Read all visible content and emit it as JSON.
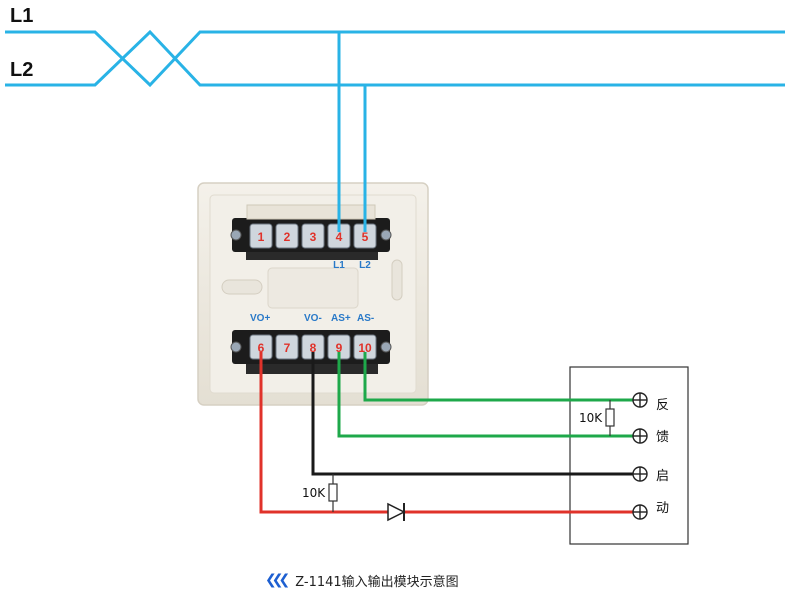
{
  "bus": {
    "line1": "L1",
    "line2": "L2"
  },
  "terminals": {
    "top": [
      "1",
      "2",
      "3",
      "4",
      "5"
    ],
    "top_labels": {
      "t4": "L1",
      "t5": "L2"
    },
    "bottom": [
      "6",
      "7",
      "8",
      "9",
      "10"
    ],
    "bottom_labels": {
      "vo_plus": "VO+",
      "vo_minus": "VO-",
      "as_plus": "AS+",
      "as_minus": "AS-"
    }
  },
  "resistors": {
    "feedback": "10K",
    "start": "10K"
  },
  "device": {
    "feedback_chars": [
      "反",
      "馈"
    ],
    "start_chars": [
      "启",
      "动"
    ]
  },
  "colors": {
    "bus": "#29b3e6",
    "positive": "#e0322a",
    "negative": "#1a1a1a",
    "feedback": "#1ea84a",
    "accent": "#1d5fd1"
  },
  "caption": {
    "icon": "arrow-chevrons-icon",
    "text": "Z-1141输入输出模块示意图"
  }
}
